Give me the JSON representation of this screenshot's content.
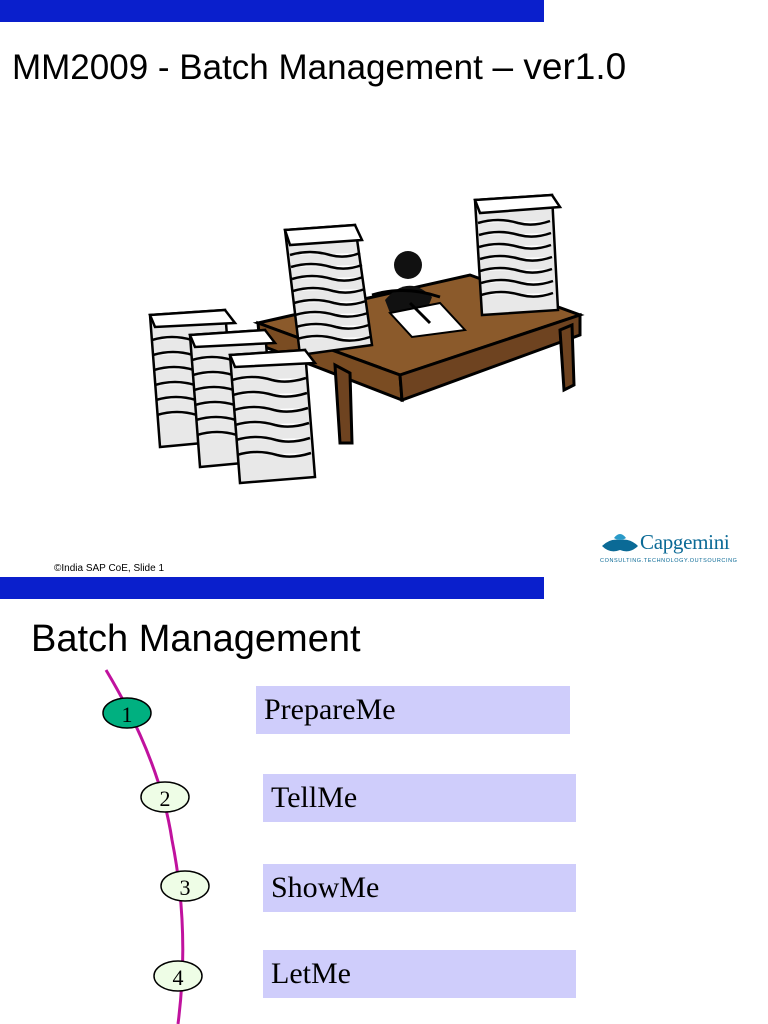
{
  "slide1": {
    "title_main": "MM2009 - Batch Management ",
    "title_dash": "– ver1.0",
    "footer": "©India SAP CoE, Slide 1"
  },
  "logo": {
    "name": "Capgemini",
    "tagline": "CONSULTING.TECHNOLOGY.OUTSOURCING"
  },
  "slide2": {
    "title": "Batch Management",
    "steps": [
      {
        "number": "1",
        "label": "PrepareMe",
        "active": true
      },
      {
        "number": "2",
        "label": "TellMe",
        "active": false
      },
      {
        "number": "3",
        "label": "ShowMe",
        "active": false
      },
      {
        "number": "4",
        "label": "LetMe",
        "active": false
      }
    ]
  },
  "colors": {
    "bar": "#0a1fcc",
    "step_box": "#cfcdfb",
    "path": "#c0129e",
    "active_node": "#00b080",
    "inactive_node": "#eefde6",
    "desk": "#8b5a2b",
    "logo": "#0b6a96"
  }
}
